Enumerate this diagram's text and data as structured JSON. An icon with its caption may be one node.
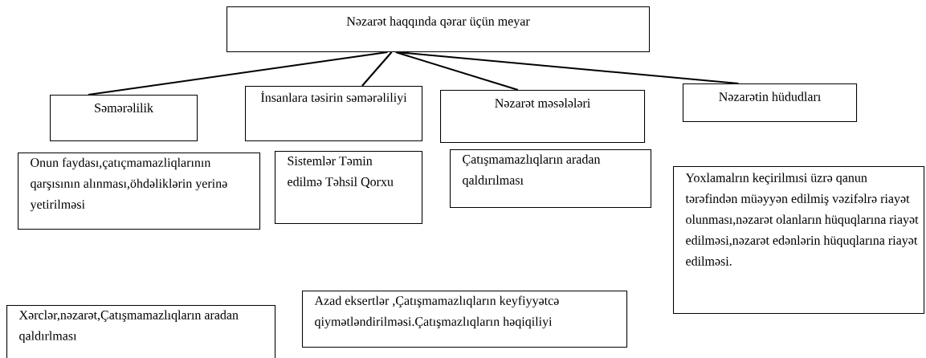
{
  "diagram": {
    "nodes": [
      {
        "text": [
          "Nəzarət haqqında qərar üçün meyar"
        ]
      },
      {
        "text": [
          "Səmərəlilik"
        ]
      },
      {
        "text": [
          "İnsanlara təsirin səmərəliliyi"
        ]
      },
      {
        "text": [
          "Nəzarət məsələləri"
        ]
      },
      {
        "text": [
          "Nəzarətin hüdudları"
        ]
      },
      {
        "text": [
          "Onun faydası,çatıçmamazliqlarının qarşısının alınması,öhdəliklərin yerinə yetirilməsi"
        ]
      },
      {
        "text": [
          "Sistemlər  Təmin edilmə Təhsil Qorxu"
        ]
      },
      {
        "text": [
          "Çatışmamazlıqların  aradan qaldırılması"
        ]
      },
      {
        "text": [
          "Yoxlamalrın keçirilmısi üzrə qanun tərəfindən müəyyən edilmiş vəzifəlrə riayət olunması,nəzarət olanların hüquqlarına riayət edilməsi,nəzarət edənlərin hüquqlarına riayət edilməsi."
        ]
      },
      {
        "text": [
          "Xərclər,nəzarət,Çatışmamazlıqların aradan qaldırlması"
        ]
      },
      {
        "text": [
          "Azad eksertlər ,Çatışmamazlıqların  keyfiyyətcə qiymətləndirilməsi.Çatışmazlıqların  həqiqiliyi"
        ]
      }
    ],
    "edges": [
      {
        "from": 0,
        "to": 1,
        "arrow": "none"
      },
      {
        "from": 0,
        "to": 2,
        "arrow": "none"
      },
      {
        "from": 0,
        "to": 3,
        "arrow": "none"
      },
      {
        "from": 0,
        "to": 4,
        "arrow": "none"
      }
    ]
  }
}
